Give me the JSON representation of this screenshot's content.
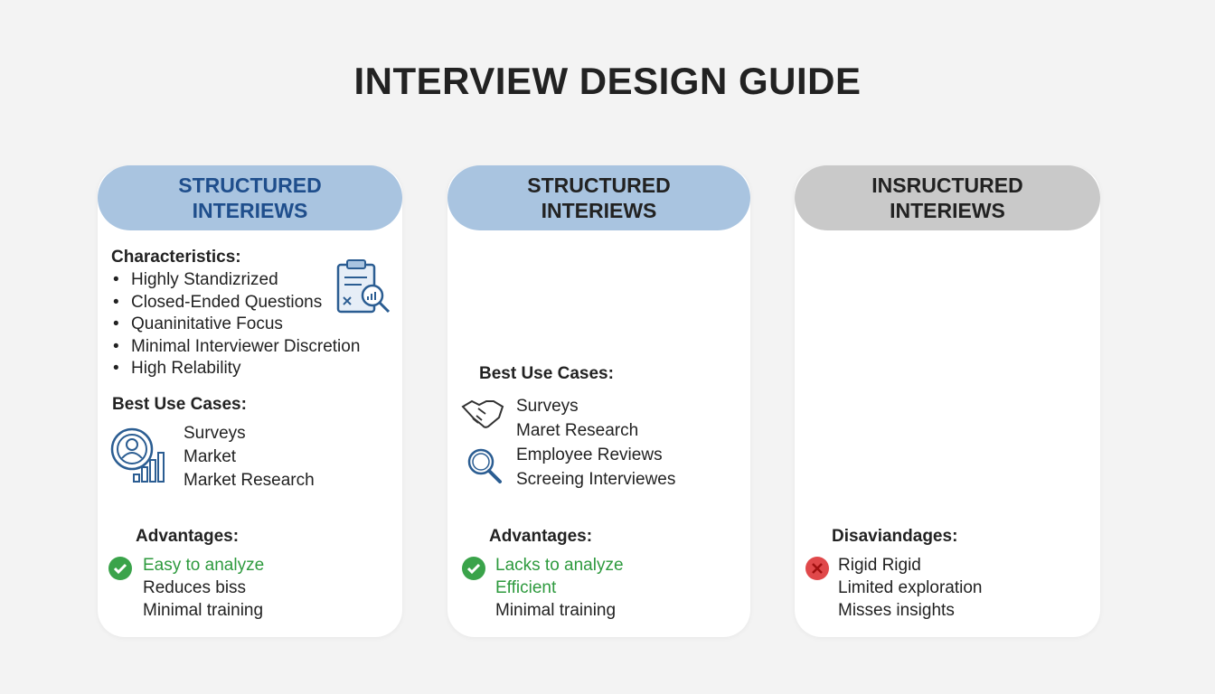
{
  "title": "INTERVIEW DESIGN GUIDE",
  "colors": {
    "pill_blue": "#a9c4e0",
    "pill_gray": "#c9c9c9",
    "header_blue_text": "#1f4e8c",
    "green": "#2e9a3e",
    "red": "#e0484a"
  },
  "cards": [
    {
      "header": [
        "STRUCTURED",
        "INTERIEWS"
      ],
      "characteristics_label": "Characteristics:",
      "characteristics": [
        "Highly Standizrized",
        "Closed-Ended Questions",
        "Quaninitative Focus",
        "Minimal Interviewer Discretion",
        "High Relability"
      ],
      "use_cases_label": "Best Use Cases:",
      "use_cases": [
        "Surveys",
        "Market",
        "Market Research"
      ],
      "advantages_label": "Advantages:",
      "advantages": [
        "Easy to analyze",
        "Reduces biss",
        "Minimal training"
      ]
    },
    {
      "header": [
        "STRUCTURED",
        "INTERIEWS"
      ],
      "use_cases_label": "Best Use Cases:",
      "use_cases": [
        "Surveys",
        "Maret Research",
        "Employee Reviews",
        "Screeing Interviewes"
      ],
      "advantages_label": "Advantages:",
      "advantages": [
        "Lacks to analyze",
        "Efficient",
        "Minimal training"
      ]
    },
    {
      "header": [
        "INSRUCTURED",
        "INTERIEWS"
      ],
      "disadvantages_label": "Disaviandages:",
      "disadvantages": [
        "Rigid Rigid",
        "Limited exploration",
        "Misses insights"
      ]
    }
  ]
}
